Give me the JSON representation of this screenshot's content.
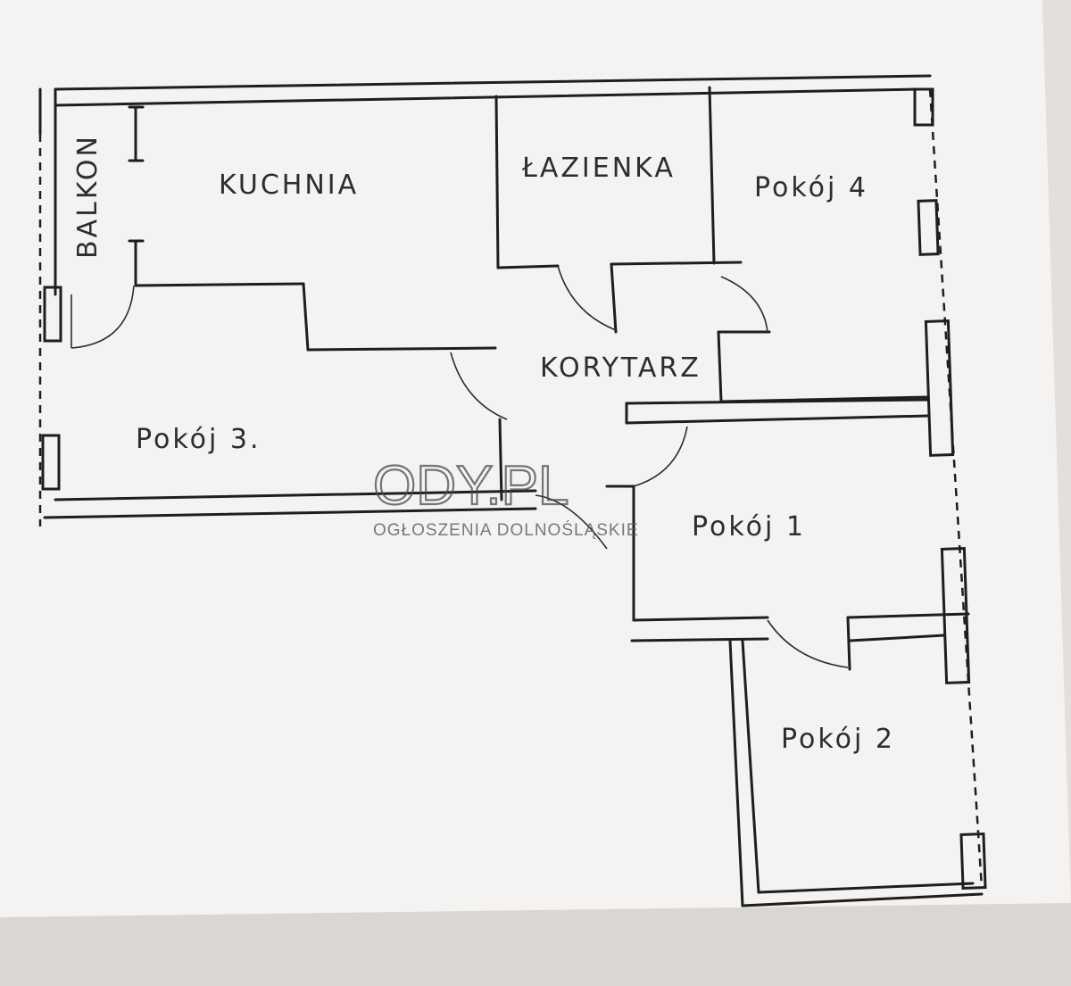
{
  "rooms": {
    "balcony": "BALKON",
    "kitchen": "KUCHNIA",
    "bathroom": "ŁAZIENKA",
    "room4": "Pokój 4",
    "corridor": "KORYTARZ",
    "room3": "Pokój 3.",
    "room1": "Pokój 1",
    "room2": "Pokój 2"
  },
  "watermark": {
    "brand": "ODY.PL",
    "tagline": "OGŁOSZENIA DOLNOŚLĄSKIE"
  },
  "colors": {
    "paper": "#f4f3f1",
    "background": "#d9d6d3",
    "ink": "#1e1e1e"
  }
}
